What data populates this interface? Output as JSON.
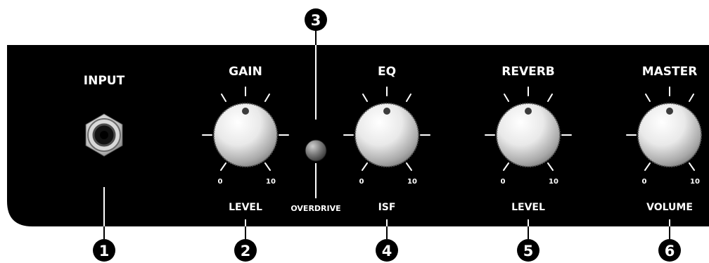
{
  "controls": {
    "input": {
      "label": "INPUT"
    },
    "gain": {
      "label": "GAIN",
      "sub_label": "LEVEL",
      "min": "0",
      "max": "10"
    },
    "overdrive": {
      "label": "OVERDRIVE"
    },
    "eq": {
      "label": "EQ",
      "sub_label": "ISF",
      "min": "0",
      "max": "10"
    },
    "reverb": {
      "label": "REVERB",
      "sub_label": "LEVEL",
      "min": "0",
      "max": "10"
    },
    "master": {
      "label": "MASTER",
      "sub_label": "VOLUME",
      "min": "0",
      "max": "10"
    }
  },
  "callouts": [
    "1",
    "2",
    "3",
    "4",
    "5",
    "6"
  ],
  "colors": {
    "panel": "#000000",
    "label": "#ffffff",
    "callout": "#000000",
    "background": "#ffffff"
  }
}
